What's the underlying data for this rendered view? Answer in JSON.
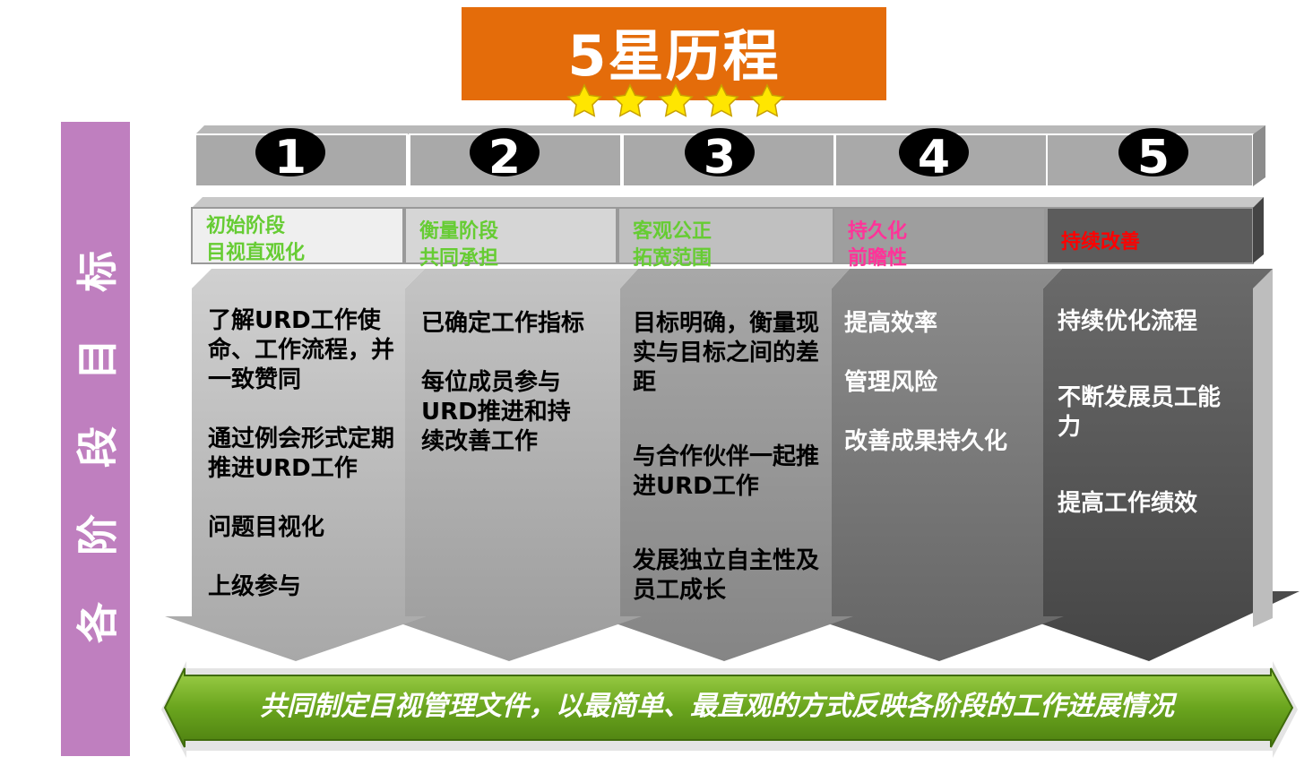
{
  "title": "5星历程",
  "side_label": "各 阶 段 目 标",
  "colors": {
    "title_bg": "#e46c0a",
    "side_bg": "#bf7fbf",
    "star_fill": "#ffe600",
    "green_label": "#66cc33",
    "pink_label": "#ff3399",
    "red_label": "#ff0000",
    "banner_green": "#6aa51e"
  },
  "stages": [
    {
      "number": "1",
      "label_lines": [
        "初始阶段",
        "目视直观化"
      ],
      "label_color": "#66cc33",
      "items": [
        "了解URD工作使命、工作流程，并一致赞同",
        "通过例会形式定期推进URD工作",
        "问题目视化",
        "上级参与"
      ]
    },
    {
      "number": "2",
      "label_lines": [
        "衡量阶段",
        "共同承担"
      ],
      "label_color": "#66cc33",
      "items": [
        "已确定工作指标",
        "每位成员参与URD推进和持续改善工作"
      ]
    },
    {
      "number": "3",
      "label_lines": [
        "客观公正",
        "拓宽范围"
      ],
      "label_color": "#66cc33",
      "items": [
        "目标明确，衡量现实与目标之间的差距",
        "与合作伙伴一起推进URD工作",
        "发展独立自主性及员工成长"
      ]
    },
    {
      "number": "4",
      "label_lines": [
        "持久化",
        "前瞻性"
      ],
      "label_color": "#ff3399",
      "items": [
        "提高效率",
        "管理风险",
        "改善成果持久化"
      ]
    },
    {
      "number": "5",
      "label_lines": [
        "持续改善"
      ],
      "label_color": "#ff0000",
      "items": [
        "持续优化流程",
        "不断发展员工能力",
        "提高工作绩效"
      ]
    }
  ],
  "banner": "共同制定目视管理文件，以最简单、最直观的方式反映各阶段的工作进展情况"
}
